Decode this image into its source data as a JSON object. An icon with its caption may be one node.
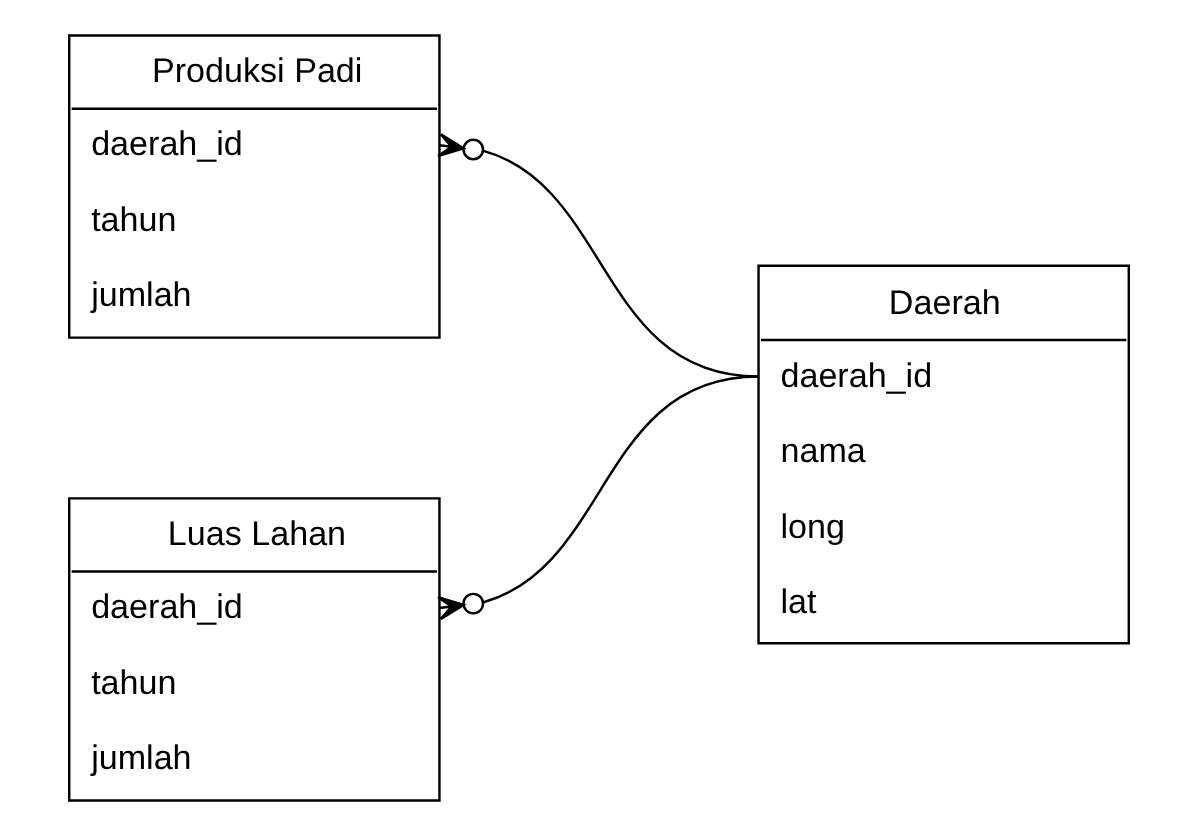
{
  "diagram": {
    "nodes": [
      {
        "text": [
          "Produksi Padi",
          "daerah_id",
          "tahun",
          "jumlah"
        ]
      },
      {
        "text": [
          "Luas Lahan",
          "daerah_id",
          "tahun",
          "jumlah"
        ]
      },
      {
        "text": [
          "Daerah",
          "daerah_id",
          "nama",
          "long",
          "lat"
        ]
      }
    ],
    "edges": [
      {
        "from": 0,
        "to": 2,
        "arrow": "other"
      },
      {
        "from": 1,
        "to": 2,
        "arrow": "other"
      }
    ]
  }
}
